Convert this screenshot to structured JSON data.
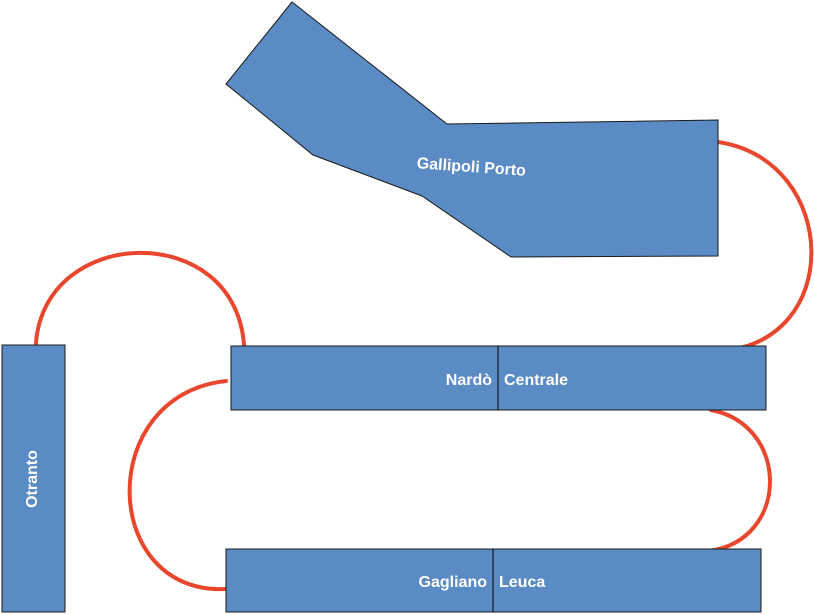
{
  "colors": {
    "block_fill": "#5b8bc5",
    "block_stroke": "#1a1a1a",
    "connector": "#e8472e",
    "label": "#ffffff",
    "background": "#ffffff"
  },
  "blocks": {
    "gallipoli": {
      "label": "Gallipoli Porto"
    },
    "nardo": {
      "left_label": "Nardò",
      "right_label": "Centrale"
    },
    "gagliano": {
      "left_label": "Gagliano",
      "right_label": "Leuca"
    },
    "otranto": {
      "label": "Otranto"
    }
  },
  "connectors": [
    {
      "from": "Gallipoli Porto",
      "to": "Centrale"
    },
    {
      "from": "Centrale",
      "to": "Leuca"
    },
    {
      "from": "Nardò",
      "to": "Gagliano"
    },
    {
      "from": "Otranto",
      "to": "Nardò"
    }
  ]
}
